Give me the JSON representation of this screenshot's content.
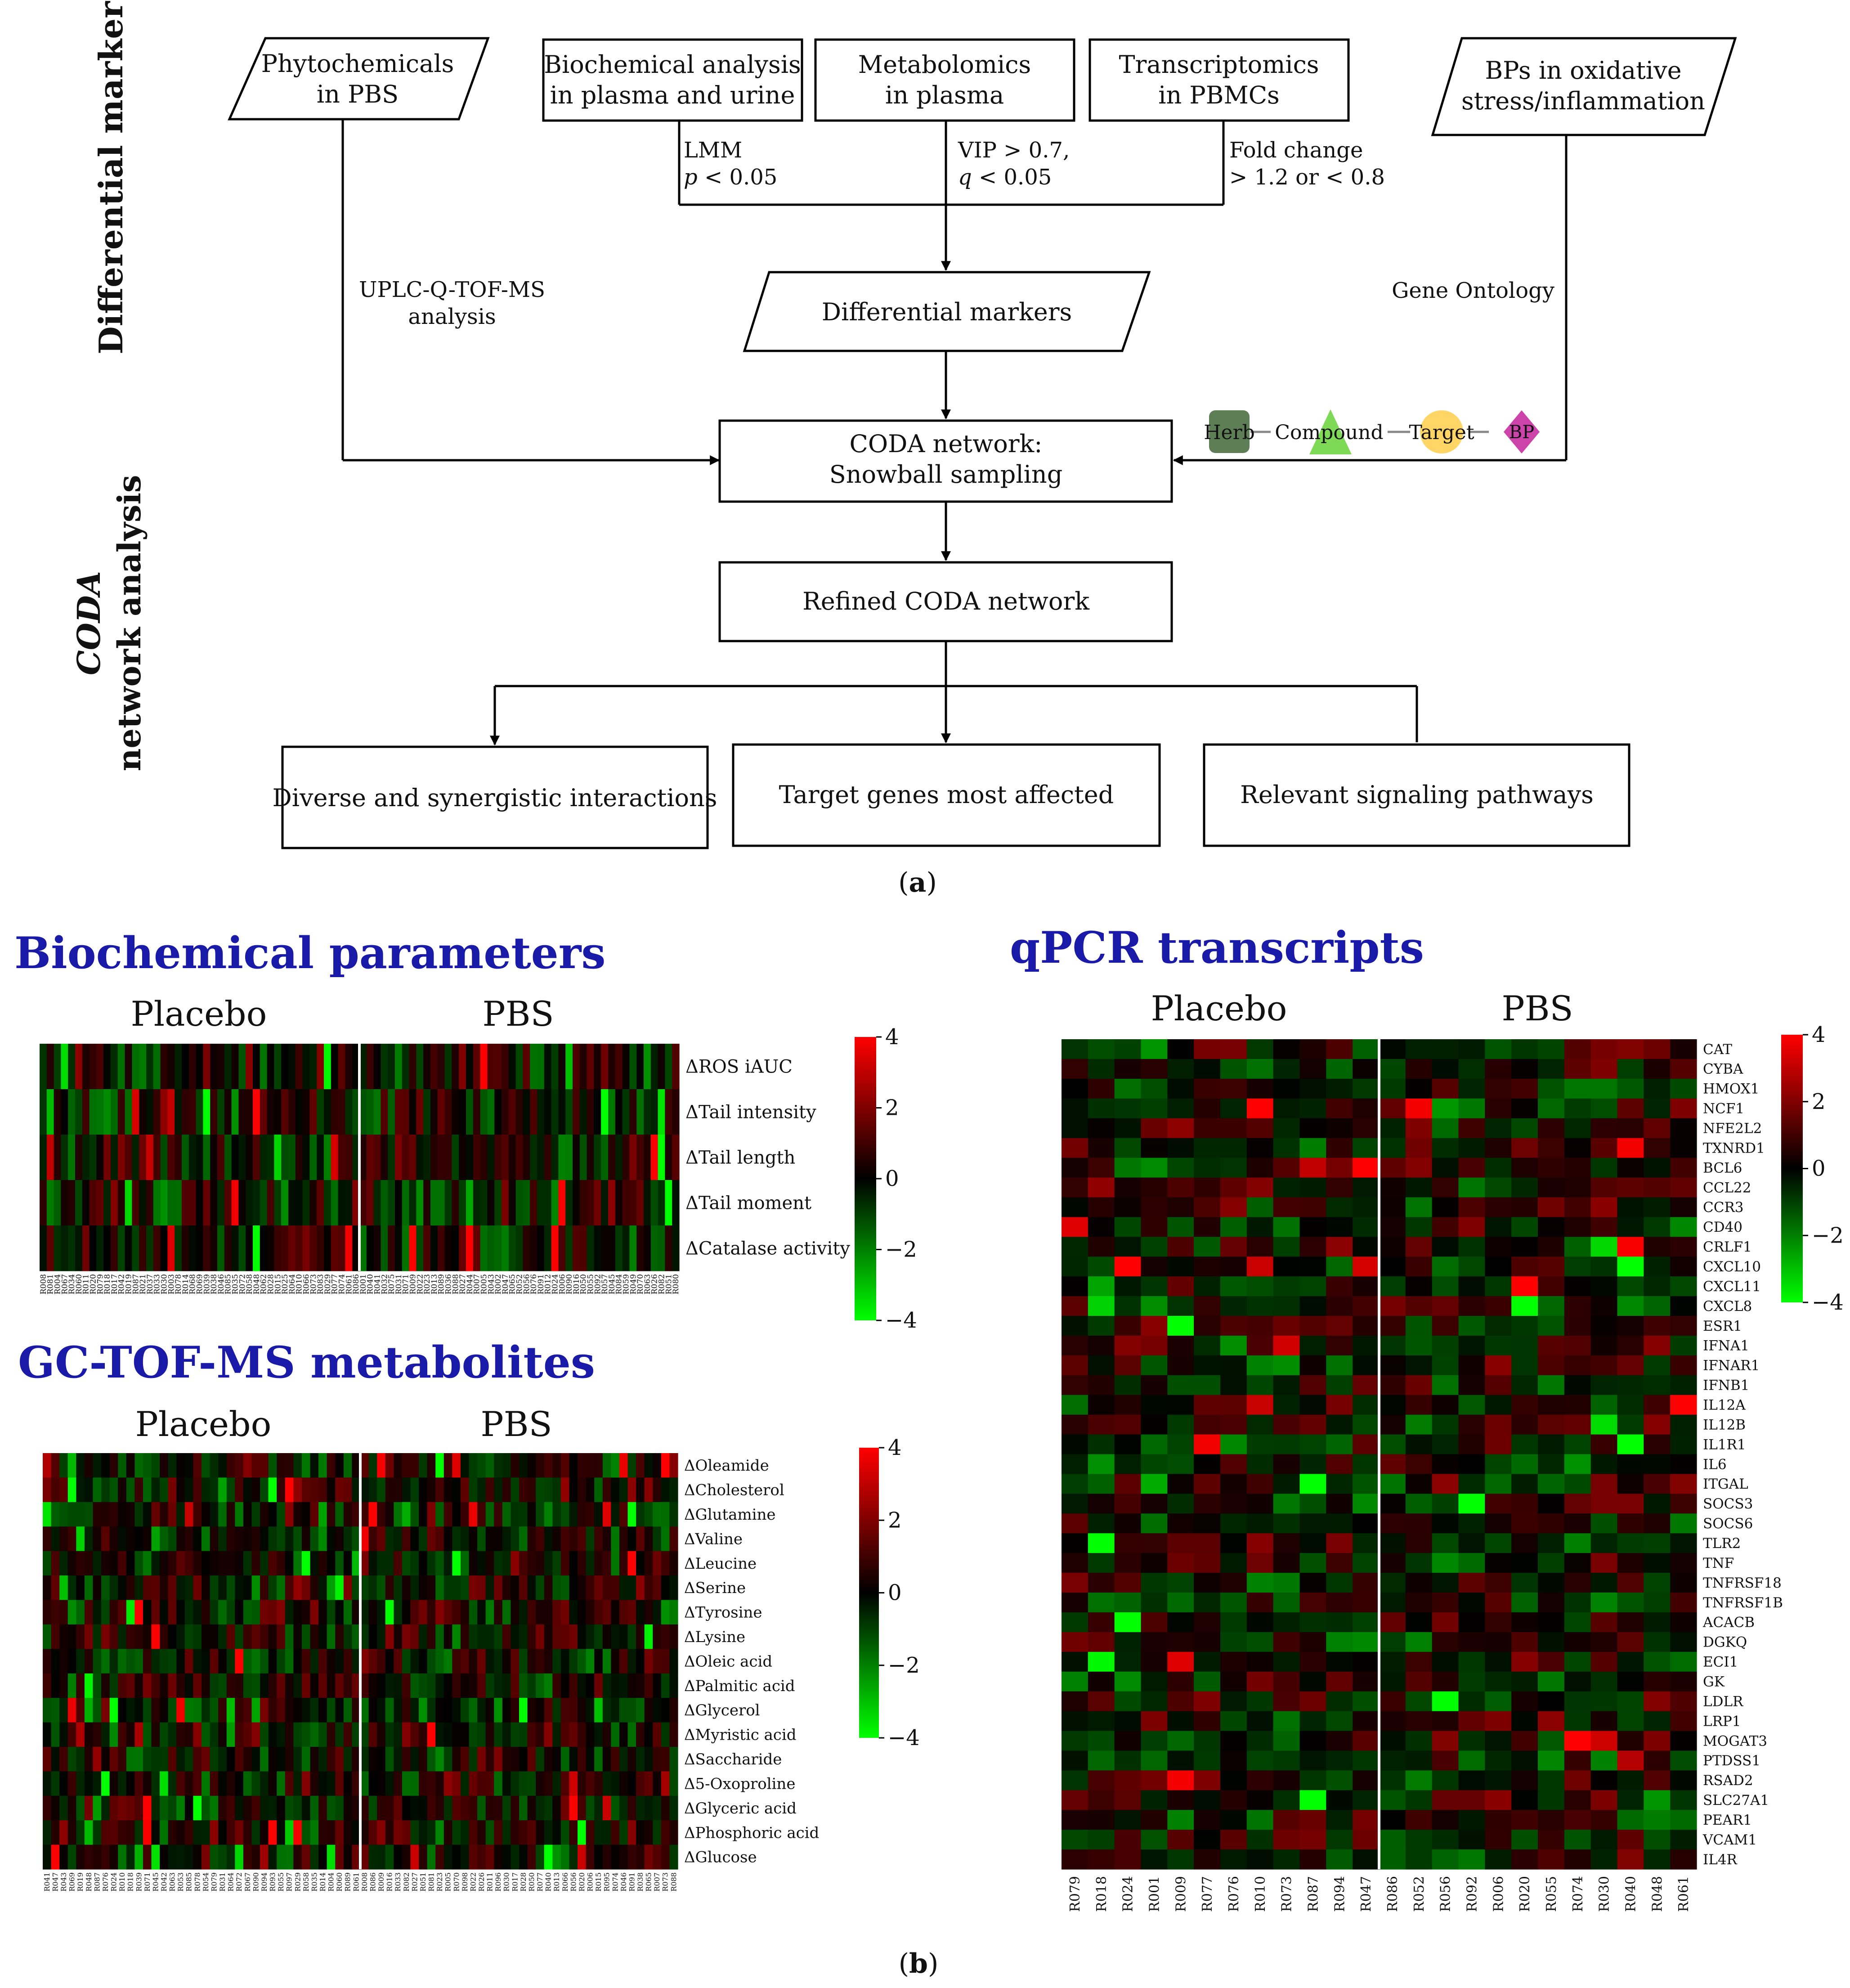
{
  "flow": {
    "side_markers": "Differential markers",
    "side_coda_1": "CODA",
    "side_coda_2": "network analysis",
    "phyto": [
      "Phytochemicals",
      "in PBS"
    ],
    "bio": [
      "Biochemical analysis",
      "in plasma and urine"
    ],
    "meta": [
      "Metabolomics",
      "in plasma"
    ],
    "trans": [
      "Transcriptomics",
      "in PBMCs"
    ],
    "bps": [
      "BPs in oxidative",
      "stress/inflammation"
    ],
    "lmm": "LMM",
    "lmm_p_sym": "p",
    "lmm_p_rest": " < 0.05",
    "vip": "VIP > 0.7,",
    "vip_q_sym": "q",
    "vip_q_rest": " < 0.05",
    "fold1": "Fold change",
    "fold2": "> 1.2 or < 0.8",
    "uplc1": "UPLC-Q-TOF-MS",
    "uplc2": "analysis",
    "gene_ontology": "Gene Ontology",
    "diff_markers": "Differential markers",
    "coda1": "CODA network:",
    "coda2": "Snowball sampling",
    "refined": "Refined CODA network",
    "out1": "Diverse and synergistic interactions",
    "out2": "Target genes most affected",
    "out3": "Relevant signaling pathways",
    "legend": {
      "herb": "Herb",
      "compound": "Compound",
      "target": "Target",
      "bp": "BP"
    },
    "panel_a": [
      "(",
      "a",
      ")"
    ],
    "panel_b": [
      "(",
      "b",
      ")"
    ]
  },
  "colors": {
    "herb": "#5e7f55",
    "compound": "#7ed957",
    "target": "#ffd566",
    "bp": "#cc44aa",
    "title": "#1a1aa8",
    "high": "#ff0000",
    "low": "#00ff00",
    "mid": "#000000"
  },
  "chart_data": [
    {
      "type": "heatmap",
      "title": "Biochemical parameters",
      "groups": [
        "Placebo",
        "PBS"
      ],
      "rows": [
        "ΔROS iAUC",
        "ΔTail intensity",
        "ΔTail length",
        "ΔTail moment",
        "ΔCatalase activity"
      ],
      "columns": [
        "R008",
        "R081",
        "R004",
        "R067",
        "R034",
        "R060",
        "R011",
        "R020",
        "R079",
        "R018",
        "R017",
        "R042",
        "R019",
        "R087",
        "R021",
        "R037",
        "R033",
        "R030",
        "R003",
        "R078",
        "R014",
        "R068",
        "R069",
        "R039",
        "R038",
        "R046",
        "R085",
        "R035",
        "R072",
        "R058",
        "R048",
        "R062",
        "R028",
        "R015",
        "R025",
        "R064",
        "R010",
        "R066",
        "R073",
        "R083",
        "R029",
        "R077",
        "R074",
        "R061",
        "R086",
        "R001",
        "R040",
        "R041",
        "R032",
        "R075",
        "R031",
        "R071",
        "R009",
        "R022",
        "R023",
        "R013",
        "R089",
        "R036",
        "R088",
        "R027",
        "R044",
        "R007",
        "R005",
        "R043",
        "R002",
        "R047",
        "R065",
        "R052",
        "R056",
        "R076",
        "R091",
        "R012",
        "R024",
        "R006",
        "R090",
        "R016",
        "R050",
        "R055",
        "R092",
        "R057",
        "R045",
        "R084",
        "R059",
        "R049",
        "R070",
        "R063",
        "R026",
        "R082",
        "R051",
        "R080"
      ],
      "placebo_columns": 45,
      "scale": {
        "min": -4,
        "max": 4,
        "ticks": [
          4,
          2,
          0,
          -2,
          -4
        ]
      }
    },
    {
      "type": "heatmap",
      "title": "GC-TOF-MS metabolites",
      "groups": [
        "Placebo",
        "PBS"
      ],
      "rows": [
        "ΔOleamide",
        "ΔCholesterol",
        "ΔGlutamine",
        "ΔValine",
        "ΔLeucine",
        "ΔSerine",
        "ΔTyrosine",
        "ΔLysine",
        "ΔOleic acid",
        "ΔPalmitic acid",
        "ΔGlycerol",
        "ΔMyristic acid",
        "ΔSaccharide",
        "Δ5-Oxoproline",
        "ΔGlyceric acid",
        "ΔPhosphoric acid",
        "ΔGlucose"
      ],
      "columns": [
        "R041",
        "R047",
        "R043",
        "R069",
        "R019",
        "R048",
        "R087",
        "R076",
        "R024",
        "R010",
        "R018",
        "R039",
        "R071",
        "R045",
        "R042",
        "R063",
        "R053",
        "R085",
        "R078",
        "R054",
        "R079",
        "R031",
        "R064",
        "R072",
        "R067",
        "R090",
        "R094",
        "R093",
        "R055",
        "R097",
        "R029",
        "R058",
        "R035",
        "R014",
        "R004",
        "R060",
        "R089",
        "R061",
        "R008",
        "R086",
        "R009",
        "R016",
        "R033",
        "R082",
        "R027",
        "R051",
        "R081",
        "R023",
        "R005",
        "R070",
        "R098",
        "R022",
        "R026",
        "R011",
        "R096",
        "R030",
        "R017",
        "R028",
        "R050",
        "R077",
        "R040",
        "R013",
        "R066",
        "R056",
        "R020",
        "R006",
        "R015",
        "R095",
        "R074",
        "R046",
        "R091",
        "R038",
        "R065",
        "R007",
        "R073",
        "R088"
      ],
      "placebo_columns": 38,
      "scale": {
        "min": -4,
        "max": 4,
        "ticks": [
          4,
          2,
          0,
          -2,
          -4
        ]
      }
    },
    {
      "type": "heatmap",
      "title": "qPCR transcripts",
      "groups": [
        "Placebo",
        "PBS"
      ],
      "rows": [
        "CAT",
        "CYBA",
        "HMOX1",
        "NCF1",
        "NFE2L2",
        "TXNRD1",
        "BCL6",
        "CCL22",
        "CCR3",
        "CD40",
        "CRLF1",
        "CXCL10",
        "CXCL11",
        "CXCL8",
        "ESR1",
        "IFNA1",
        "IFNAR1",
        "IFNB1",
        "IL12A",
        "IL12B",
        "IL1R1",
        "IL6",
        "ITGAL",
        "SOCS3",
        "SOCS6",
        "TLR2",
        "TNF",
        "TNFRSF18",
        "TNFRSF1B",
        "ACACB",
        "DGKQ",
        "ECI1",
        "GK",
        "LDLR",
        "LRP1",
        "MOGAT3",
        "PTDSS1",
        "RSAD2",
        "SLC27A1",
        "PEAR1",
        "VCAM1",
        "IL4R"
      ],
      "columns": [
        "R079",
        "R018",
        "R024",
        "R001",
        "R009",
        "R077",
        "R076",
        "R010",
        "R073",
        "R087",
        "R094",
        "R047",
        "R086",
        "R052",
        "R056",
        "R092",
        "R006",
        "R020",
        "R055",
        "R074",
        "R030",
        "R040",
        "R048",
        "R061"
      ],
      "placebo_columns": 12,
      "scale": {
        "min": -4,
        "max": 4,
        "ticks": [
          4,
          2,
          0,
          -2,
          -4
        ]
      }
    }
  ]
}
